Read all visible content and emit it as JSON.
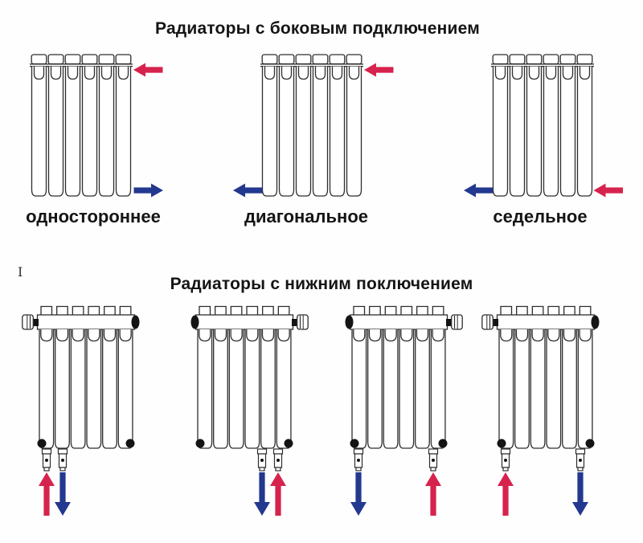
{
  "artifact_mark": "I",
  "colors": {
    "supply_hot": "#d6234d",
    "return_cold": "#23388f",
    "line": "#2e2e2e",
    "valve_dark": "#141414",
    "background": "#fefefe"
  },
  "sections": {
    "side_connection": {
      "title": "Радиаторы с боковым подключением",
      "radiators": [
        {
          "label": "одностороннее",
          "arrows": [
            {
              "flow": "supply",
              "position": "top-right",
              "direction": "left"
            },
            {
              "flow": "return",
              "position": "bottom-right",
              "direction": "right"
            }
          ]
        },
        {
          "label": "диагональное",
          "arrows": [
            {
              "flow": "supply",
              "position": "top-right",
              "direction": "left"
            },
            {
              "flow": "return",
              "position": "bottom-left",
              "direction": "left"
            }
          ]
        },
        {
          "label": "седельное",
          "arrows": [
            {
              "flow": "supply",
              "position": "bottom-right",
              "direction": "left"
            },
            {
              "flow": "return",
              "position": "bottom-left",
              "direction": "left"
            }
          ]
        }
      ]
    },
    "bottom_connection": {
      "title": "Радиаторы с нижним поключением",
      "radiators": [
        {
          "valve_side": "left",
          "pipe_slots": "left-pair",
          "pipes": [
            {
              "flow": "supply",
              "direction": "up"
            },
            {
              "flow": "return",
              "direction": "down"
            }
          ]
        },
        {
          "valve_side": "right",
          "pipe_slots": "right-pair",
          "pipes": [
            {
              "flow": "return",
              "direction": "down"
            },
            {
              "flow": "supply",
              "direction": "up"
            }
          ]
        },
        {
          "valve_side": "right",
          "pipe_slots": "far",
          "pipes": [
            {
              "flow": "return",
              "direction": "down"
            },
            {
              "flow": "supply",
              "direction": "up"
            }
          ]
        },
        {
          "valve_side": "left",
          "pipe_slots": "far",
          "pipes": [
            {
              "flow": "supply",
              "direction": "up"
            },
            {
              "flow": "return",
              "direction": "down"
            }
          ]
        }
      ]
    }
  }
}
